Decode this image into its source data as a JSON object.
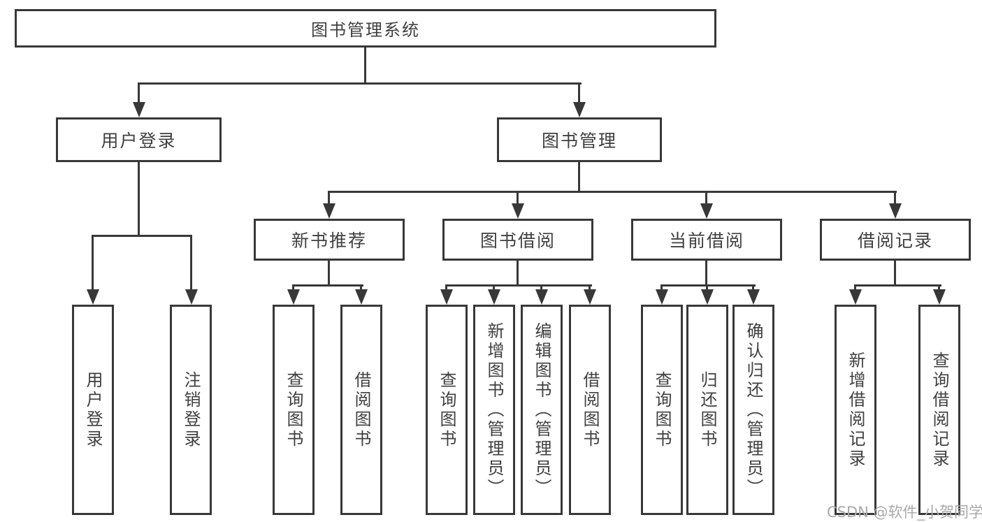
{
  "diagram": {
    "root": {
      "label": "图书管理系统"
    },
    "level2": {
      "user_login": {
        "label": "用户登录"
      },
      "book_management": {
        "label": "图书管理"
      }
    },
    "level3": {
      "new_book_recommend": {
        "label": "新书推荐"
      },
      "book_borrow": {
        "label": "图书借阅"
      },
      "current_borrow": {
        "label": "当前借阅"
      },
      "borrow_records": {
        "label": "借阅记录"
      }
    },
    "leaves": {
      "user_login": [
        "用户登录",
        "注销登录"
      ],
      "new_book_recommend": [
        "查询图书",
        "借阅图书"
      ],
      "book_borrow": [
        "查询图书",
        "新增图书（管理员）",
        "编辑图书（管理员）",
        "借阅图书"
      ],
      "current_borrow": [
        "查询图书",
        "归还图书",
        "确认归还（管理员）"
      ],
      "borrow_records": [
        "新增借阅记录",
        "查询借阅记录"
      ]
    }
  },
  "watermark": {
    "text": "CSDN @软件_小贺同学"
  },
  "colors": {
    "line": "#383838",
    "text": "#3f3f3f",
    "watermark": "#a9a9a9",
    "background": "#ffffff"
  }
}
